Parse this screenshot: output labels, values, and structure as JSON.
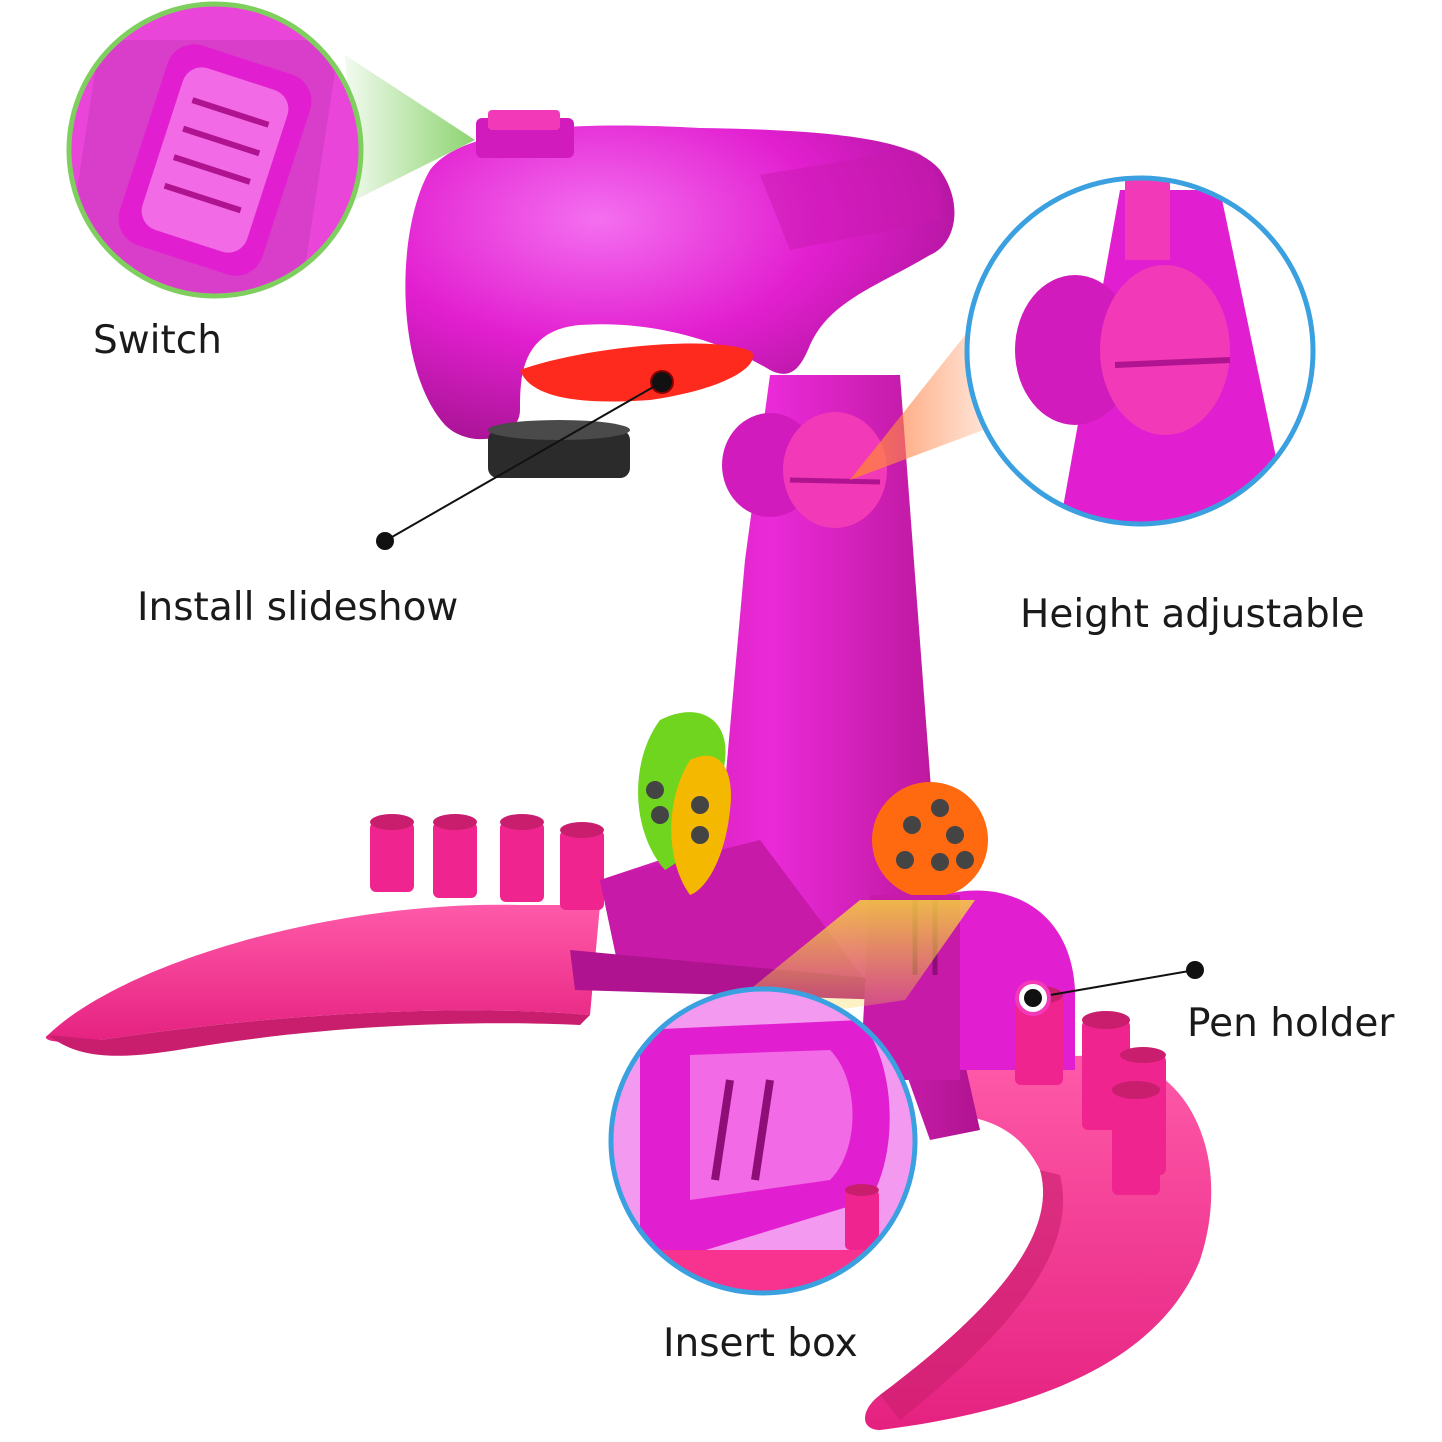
{
  "callouts": {
    "switch": "Switch",
    "install_slideshow": "Install slideshow",
    "height_adjustable": "Height adjustable",
    "pen_holder": "Pen holder",
    "insert_box": "Insert box"
  },
  "colors": {
    "body_magenta": "#e21fd0",
    "body_shadow": "#b3159f",
    "base_pink": "#f7338f",
    "base_shadow": "#c91e6e",
    "slide_red": "#ff2a1e",
    "slide_green": "#6fd51e",
    "slide_yellow": "#f5b800",
    "slide_orange": "#ff6a10",
    "callout_ring_green": "#7fcf5f",
    "callout_ring_blue": "#3aa0e0",
    "leader_line": "#111111"
  }
}
